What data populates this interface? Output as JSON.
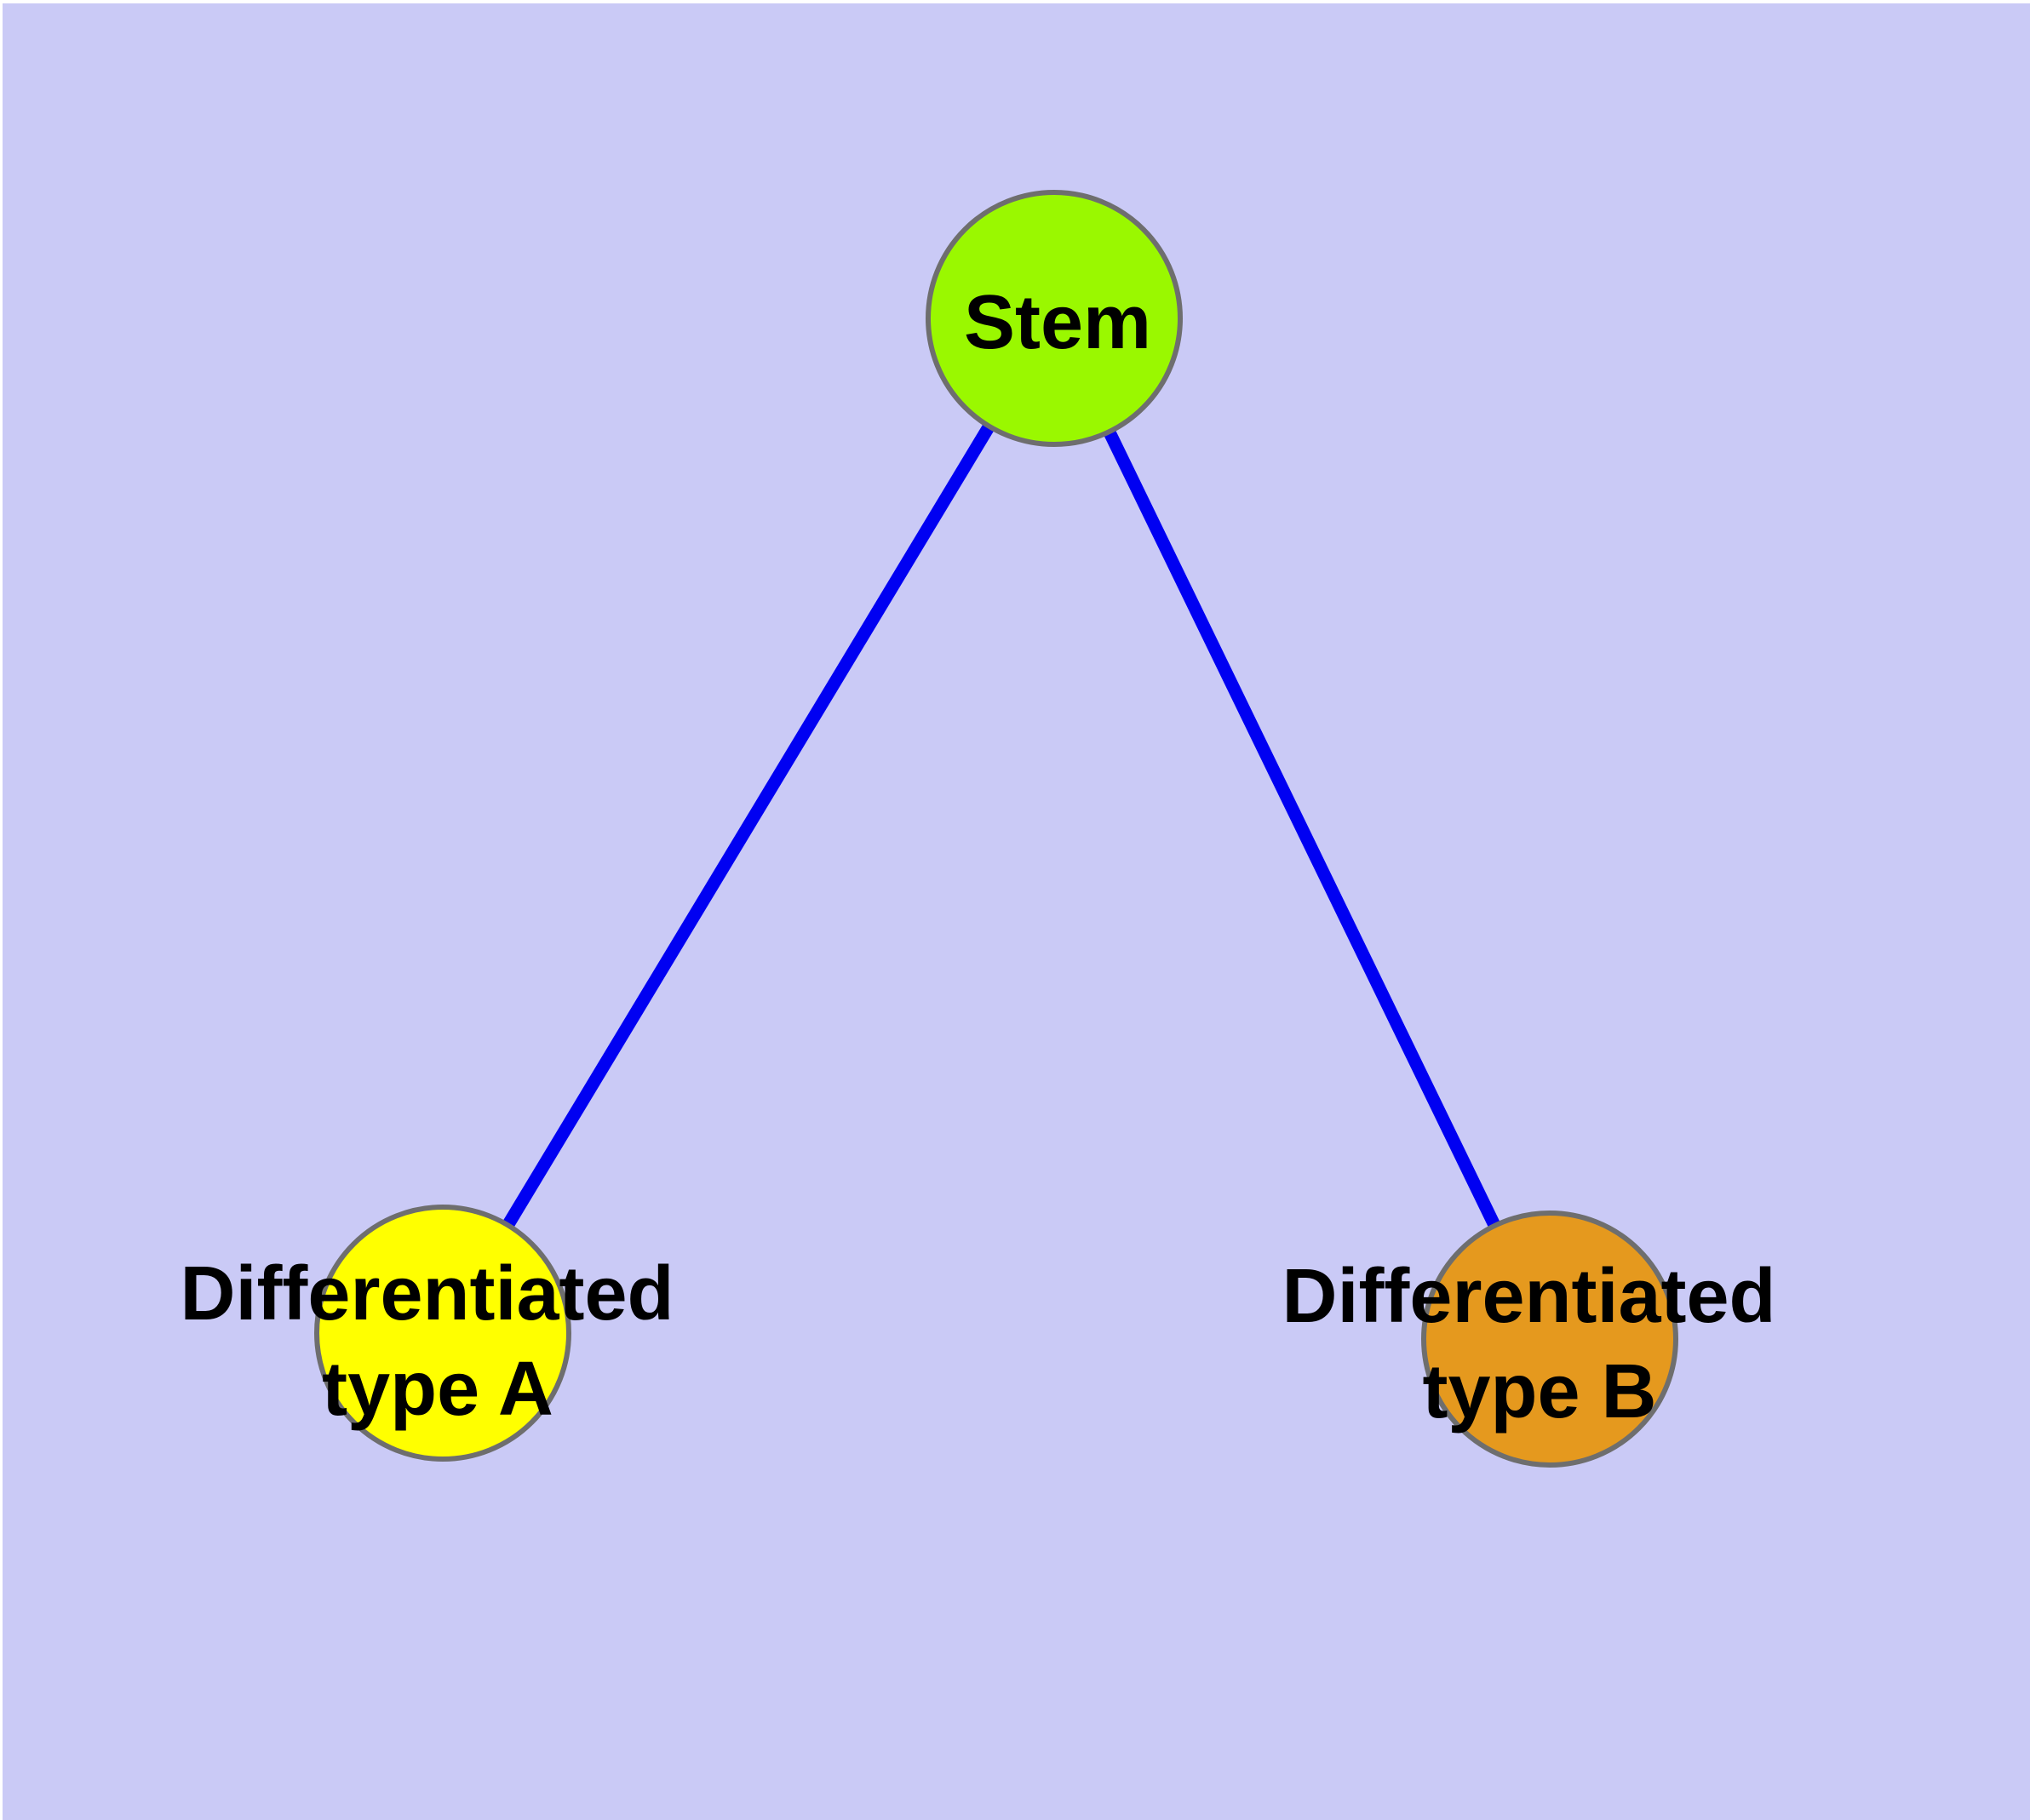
{
  "diagram": {
    "type": "graph",
    "colors": {
      "background": "#cacaf6",
      "edge": "#0000f2",
      "node_border": "#6e6e6e",
      "label_text": "#000000"
    },
    "nodes": {
      "stem": {
        "id": "stem",
        "label": "Stem",
        "color": "#9af800"
      },
      "type_a": {
        "id": "type_a",
        "label_line1": "Differentiated",
        "label_line2": "type A",
        "color": "#ffff00"
      },
      "type_b": {
        "id": "type_b",
        "label_line1": "Differentiated",
        "label_line2": "type B",
        "color": "#e5991e"
      }
    },
    "edges": [
      {
        "from": "stem",
        "to": "type_a"
      },
      {
        "from": "stem",
        "to": "type_b"
      }
    ]
  }
}
